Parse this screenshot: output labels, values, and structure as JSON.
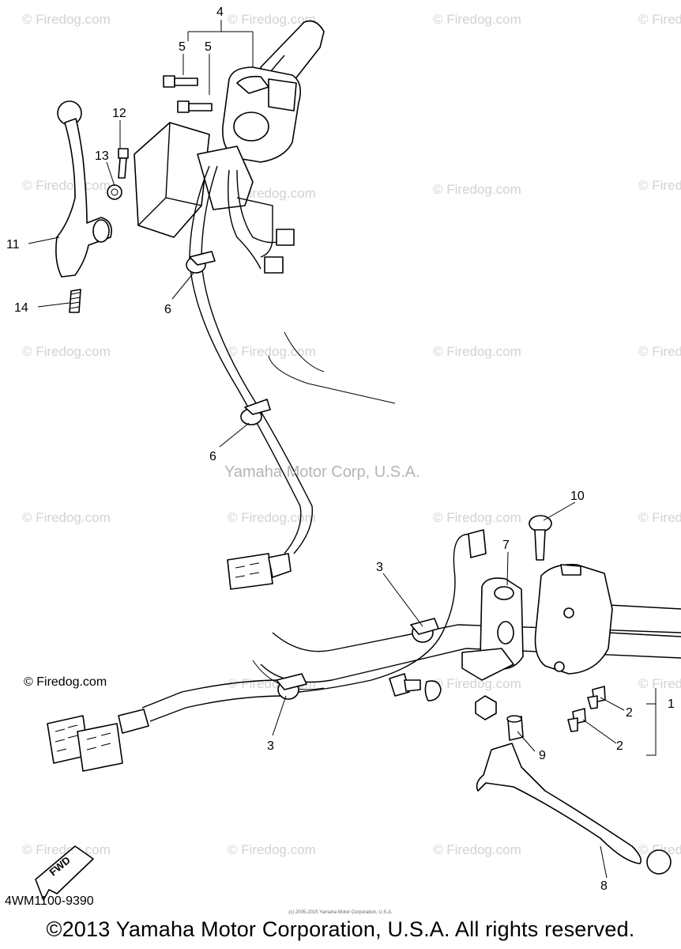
{
  "watermark": {
    "text": "© Firedog.com",
    "center": "Yamaha Motor Corp, U.S.A."
  },
  "diagram_code": "4WM1100-9390",
  "firedog_label": "© Firedog.com",
  "tiny_note": "(c) 2005-2015 Yamaha Motor Corporation, U.S.A.",
  "copyright": "©2013 Yamaha Motor Corporation, U.S.A. All rights reserved.",
  "fwd_label": "FWD",
  "callouts": {
    "c1": "1",
    "c2a": "2",
    "c2b": "2",
    "c3a": "3",
    "c3b": "3",
    "c4": "4",
    "c5a": "5",
    "c5b": "5",
    "c6a": "6",
    "c6b": "6",
    "c7": "7",
    "c8": "8",
    "c9": "9",
    "c10": "10",
    "c11": "11",
    "c12": "12",
    "c13": "13",
    "c14": "14"
  }
}
